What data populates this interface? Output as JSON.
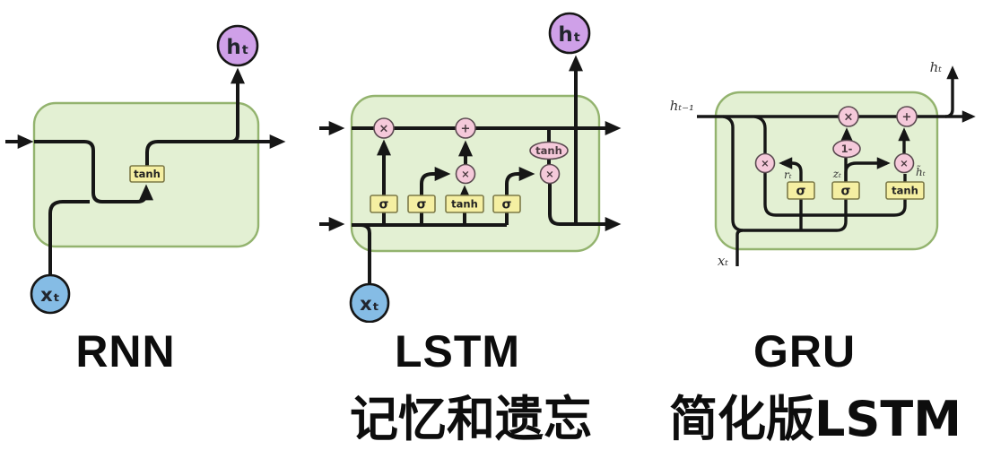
{
  "colors": {
    "background": "#ffffff",
    "line": "#161616",
    "cell-fill": "#e3f0d3",
    "cell-border": "#93b36e",
    "gate-fill": "#f5efa2",
    "gate-border": "#7d7a48",
    "op-fill": "#f5c9da",
    "op-border": "#5a4a50",
    "h-node-fill": "#cfa0e8",
    "x-node-fill": "#85bce5",
    "node-border": "#161616"
  },
  "rnn": {
    "label": "RNN",
    "output_node": "hₜ",
    "input_node": "xₜ",
    "tanh_gate": "tanh"
  },
  "lstm": {
    "label": "LSTM",
    "caption": "记忆和遗忘",
    "output_node": "hₜ",
    "input_node": "xₜ",
    "gate_sigma1": "σ",
    "gate_sigma2": "σ",
    "gate_tanh": "tanh",
    "gate_sigma3": "σ",
    "op_multiply1": "×",
    "op_add": "+",
    "op_multiply2": "×",
    "op_tanh": "tanh",
    "op_multiply3": "×"
  },
  "gru": {
    "label": "GRU",
    "caption": "简化版LSTM",
    "h_prev_label": "hₜ₋₁",
    "h_out_label": "hₜ",
    "x_in_label": "xₜ",
    "reset_label": "rₜ",
    "update_label": "zₜ",
    "candidate_label": "h̃ₜ",
    "gate_sigma_r": "σ",
    "gate_sigma_z": "σ",
    "gate_tanh": "tanh",
    "op_multiply_top": "×",
    "op_add": "+",
    "op_multiply_r": "×",
    "op_one_minus": "1-",
    "op_multiply_h": "×"
  }
}
